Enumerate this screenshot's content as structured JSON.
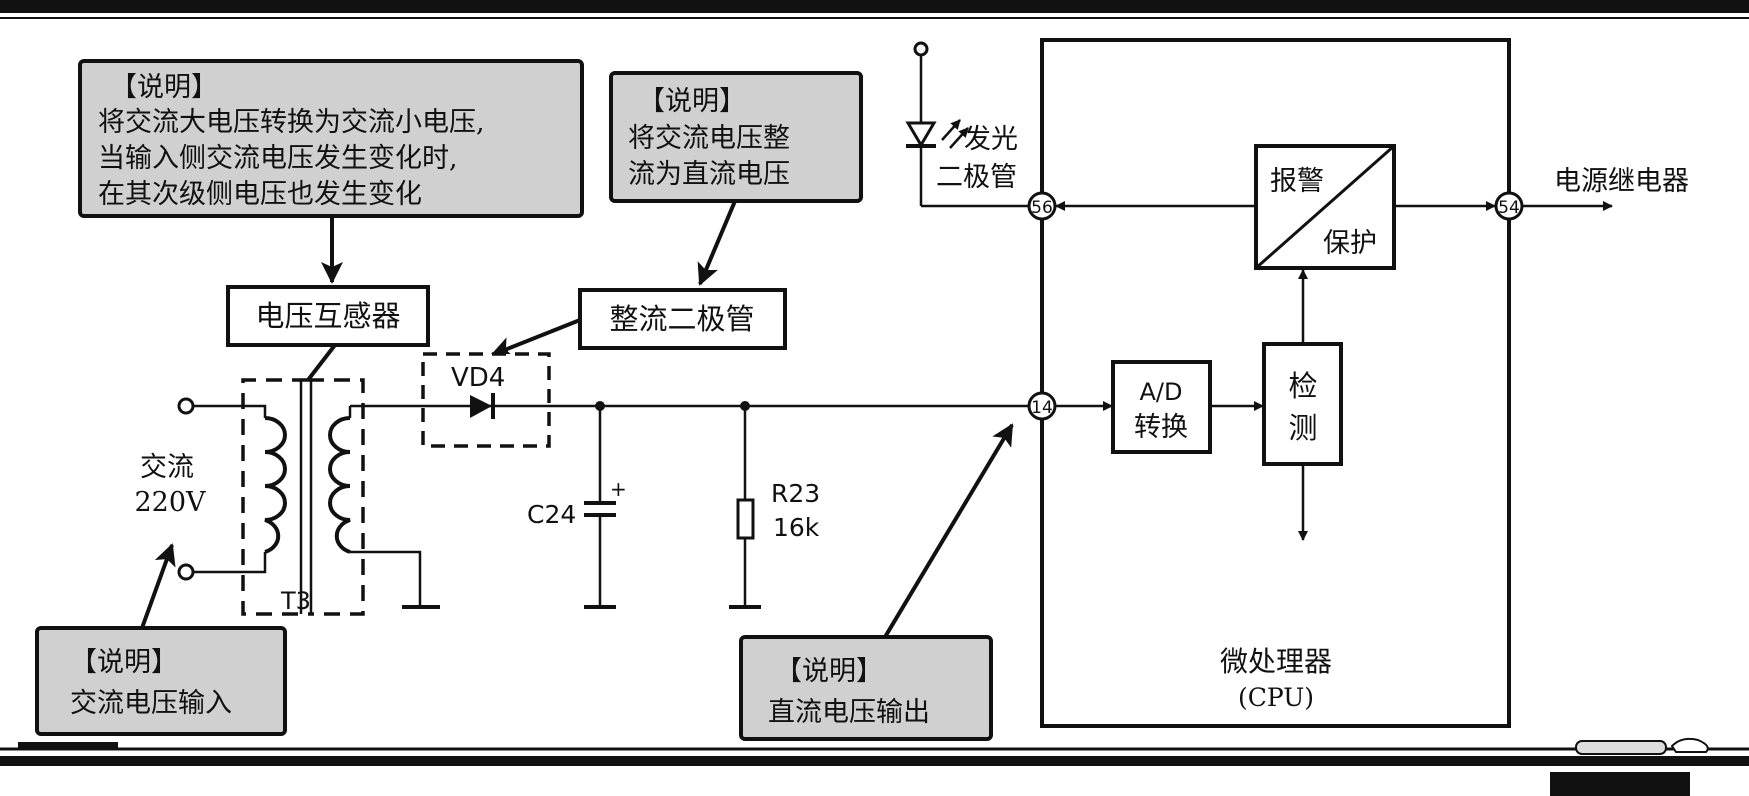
{
  "notes": {
    "transformer": {
      "title": "【说明】",
      "lines": [
        "将交流大电压转换为交流小电压,",
        "当输入侧交流电压发生变化时,",
        "在其次级侧电压也发生变化"
      ]
    },
    "rectifier": {
      "title": "【说明】",
      "lines": [
        "将交流电压整",
        "流为直流电压"
      ]
    },
    "ac_input": {
      "title": "【说明】",
      "lines": [
        "交流电压输入"
      ]
    },
    "dc_output": {
      "title": "【说明】",
      "lines": [
        "直流电压输出"
      ]
    }
  },
  "labels": {
    "transformer_box": "电压互感器",
    "rectifier_box": "整流二极管",
    "vd4": "VD4",
    "t3": "T3",
    "ac": "交流",
    "ac_voltage": "220V",
    "c24": "C24",
    "c24_plus": "+",
    "r23": "R23",
    "r23_value": "16k",
    "led_line1": "发光",
    "led_line2": "二极管",
    "pin56": "56",
    "pin14": "14",
    "pin54": "54",
    "alarm": "报警",
    "protect": "保护",
    "relay": "电源继电器",
    "ad_line1": "A/D",
    "ad_line2": "转换",
    "detect_line1": "检",
    "detect_line2": "测",
    "cpu_line1": "微处理器",
    "cpu_line2": "(CPU)"
  }
}
